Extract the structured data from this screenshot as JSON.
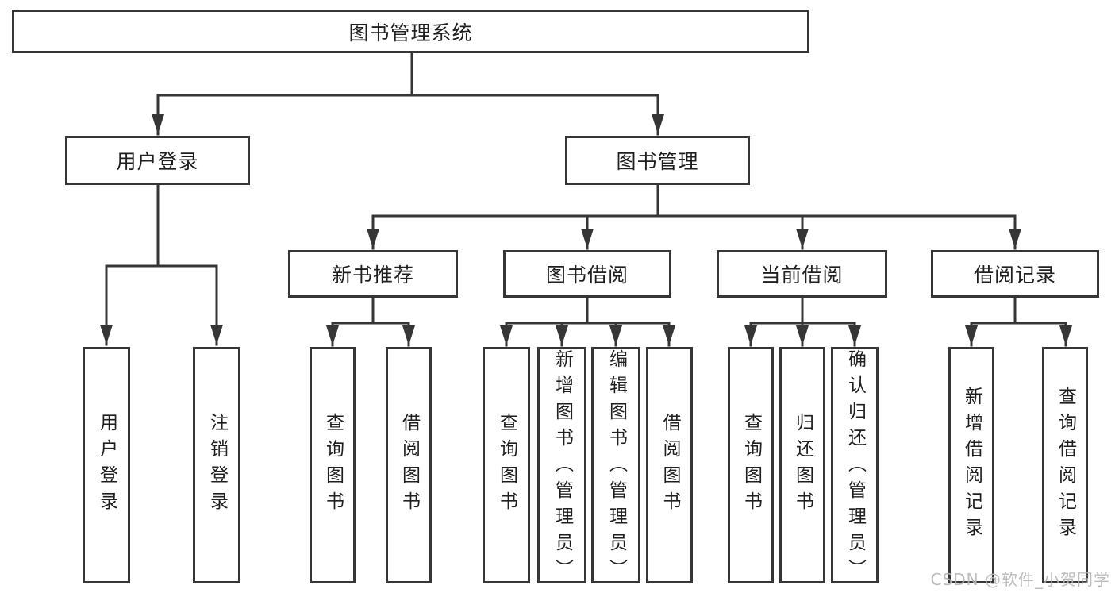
{
  "nodes": {
    "root": "图书管理系统",
    "user_login": "用户登录",
    "book_management": "图书管理",
    "new_book_recommendation": "新书推荐",
    "book_borrowing": "图书借阅",
    "current_borrowing": "当前借阅",
    "borrowing_records": "借阅记录"
  },
  "leaves": {
    "user_login": [
      "用户登录",
      "注销登录"
    ],
    "new_book_recommendation": [
      "查询图书",
      "借阅图书"
    ],
    "book_borrowing": [
      "查询图书",
      "新增图书（管理员）",
      "编辑图书（管理员）",
      "借阅图书"
    ],
    "current_borrowing": [
      "查询图书",
      "归还图书",
      "确认归还（管理员）"
    ],
    "borrowing_records": [
      "新增借阅记录",
      "查询借阅记录"
    ]
  },
  "watermark": "CSDN @软件_小贺同学",
  "colors": {
    "line": "#363636",
    "text": "#1f1f1f",
    "watermark": "#b5b5b5",
    "background": "#ffffff"
  }
}
